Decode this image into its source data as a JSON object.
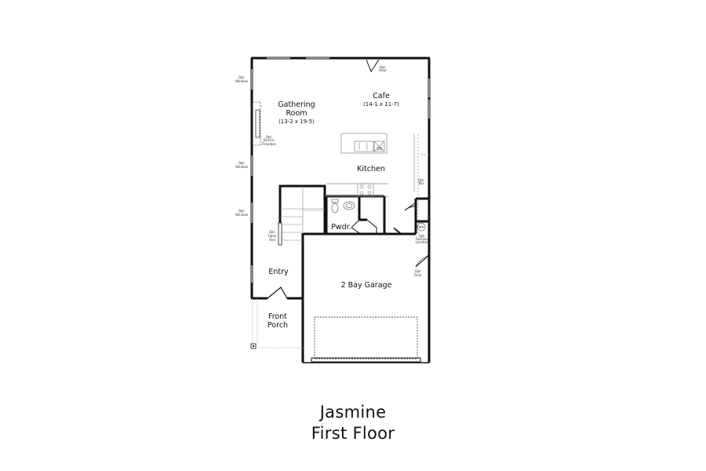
{
  "plan": {
    "name": "Jasmine",
    "floor": "First Floor"
  },
  "rooms": {
    "gathering_room": {
      "line1": "Gathering",
      "line2": "Room",
      "dims": "(13-2 x 19-5)"
    },
    "cafe": {
      "label": "Cafe",
      "dims": "(14-1 x 11-7)"
    },
    "kitchen": {
      "label": "Kitchen"
    },
    "powder": {
      "label": "Pwdr."
    },
    "entry": {
      "label": "Entry"
    },
    "front_porch": {
      "line1": "Front",
      "line2": "Porch"
    },
    "garage": {
      "label": "2 Bay Garage"
    }
  },
  "annotations": {
    "opt_window_1": {
      "line1": "Opt.",
      "line2": "Window"
    },
    "opt_window_2": {
      "line1": "Opt.",
      "line2": "Window"
    },
    "opt_window_3": {
      "line1": "Opt.",
      "line2": "Window"
    },
    "opt_fireplace": {
      "line1": "Opt.",
      "line2": "Electric",
      "line3": "Fireplace"
    },
    "opt_door_cafe": {
      "line1": "Opt.",
      "line2": "Door"
    },
    "opt_door_garage": {
      "line1": "Opt.",
      "line2": "Door"
    },
    "opt_open_rail": {
      "line1": "Opt.",
      "line2": "Open",
      "line3": "Rail"
    },
    "opt_bar": {
      "line1": "Opt.",
      "line2": "Bar"
    },
    "dishwasher": "DW",
    "water_heater": "WH",
    "tankless": {
      "line1": "Opt.",
      "line2": "Tankless",
      "line3": "Location"
    }
  },
  "colors": {
    "wall": "#111111",
    "line": "#666666",
    "window": "#777777"
  }
}
